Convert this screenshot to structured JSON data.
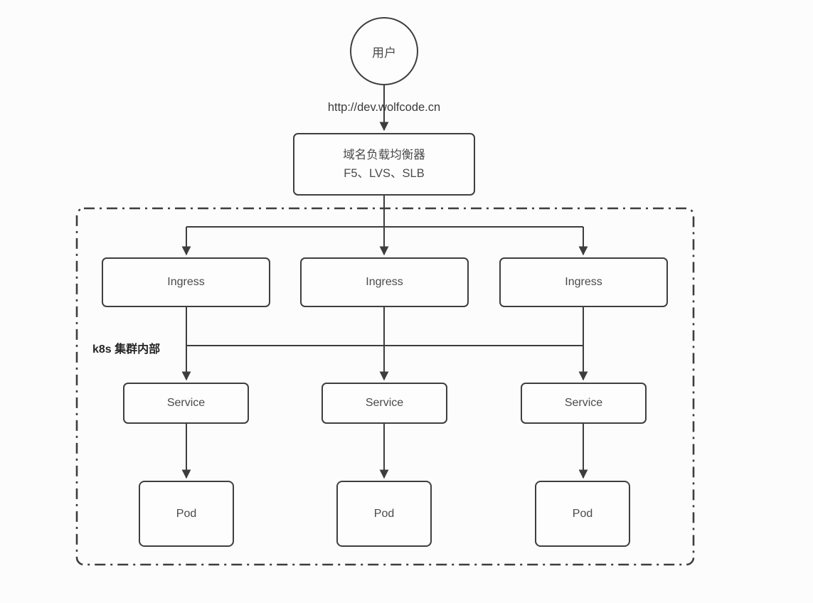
{
  "colors": {
    "line": "#3d3d3d",
    "box_border": "#3f3f3f",
    "box_fill": "#fdfdfd",
    "background": "#fcfcfc",
    "text": "#4a4a4a"
  },
  "diagram": {
    "user_node": "用户",
    "request_url": "http://dev.wolfcode.cn",
    "load_balancer": {
      "title": "域名负载均衡器",
      "subtitle": "F5、LVS、SLB"
    },
    "cluster_label": "k8s 集群内部",
    "ingress_nodes": [
      "Ingress",
      "Ingress",
      "Ingress"
    ],
    "service_nodes": [
      "Service",
      "Service",
      "Service"
    ],
    "pod_nodes": [
      "Pod",
      "Pod",
      "Pod"
    ]
  }
}
